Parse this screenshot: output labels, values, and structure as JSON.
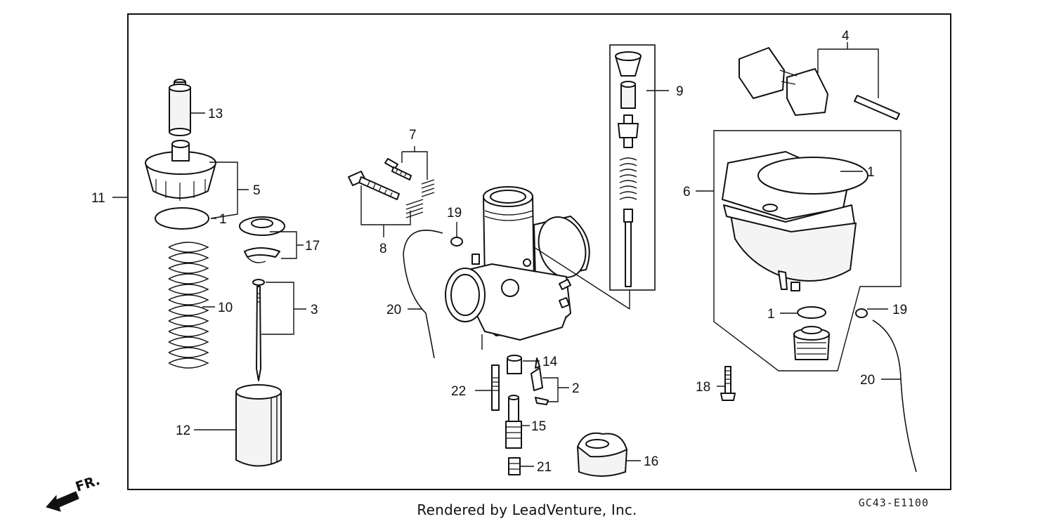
{
  "callouts": {
    "c1": "1",
    "c2": "2",
    "c3": "3",
    "c4": "4",
    "c5": "5",
    "c6": "6",
    "c7": "7",
    "c8": "8",
    "c9": "9",
    "c10": "10",
    "c11": "11",
    "c12": "12",
    "c13": "13",
    "c14": "14",
    "c15": "15",
    "c16": "16",
    "c17": "17",
    "c18": "18",
    "c19": "19",
    "c20": "20",
    "c21": "21",
    "c22": "22"
  },
  "direction_label": "FR.",
  "footer": {
    "credit": "Rendered by LeadVenture, Inc.",
    "code": "GC43-E1100"
  }
}
